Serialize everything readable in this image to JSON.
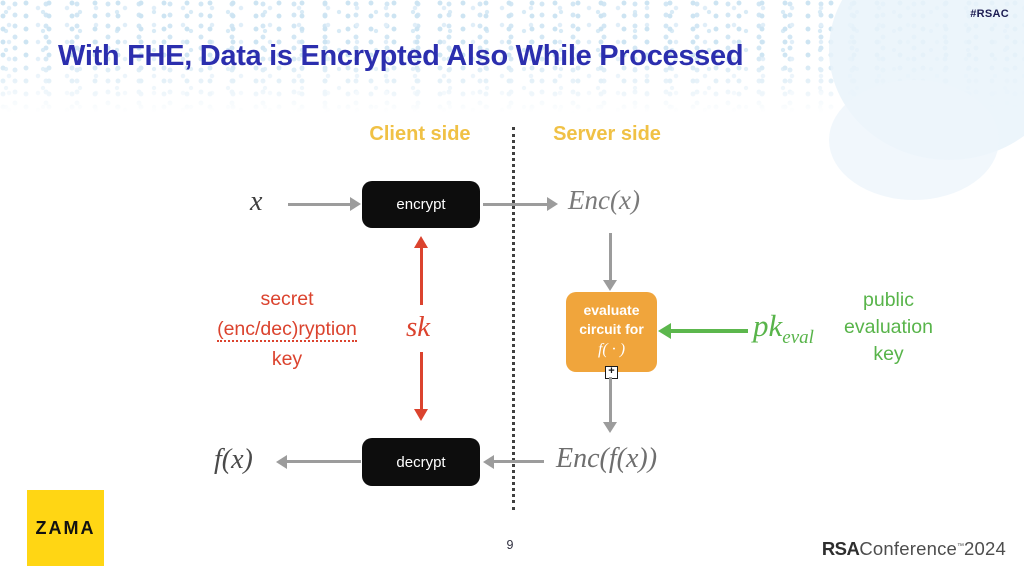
{
  "slide": {
    "hashtag": "#RSAC",
    "title": "With FHE, Data is Encrypted Also While Processed",
    "page_number": "9"
  },
  "diagram": {
    "client_label": "Client side",
    "server_label": "Server side",
    "nodes": {
      "input": "x",
      "encrypt": "encrypt",
      "enc_x": "Enc(x)",
      "evaluate_line1": "evaluate",
      "evaluate_line2": "circuit for",
      "evaluate_fn": "f( · )",
      "decrypt": "decrypt",
      "enc_fx": "Enc(f(x))",
      "output": "f(x)"
    },
    "keys": {
      "sk": "sk",
      "secret_line1": "secret",
      "secret_line2": "(enc/dec)ryption",
      "secret_line3": "key",
      "pk": "pk",
      "pk_sub": "eval",
      "public_line1": "public",
      "public_line2": "evaluation",
      "public_line3": "key"
    },
    "icons": {
      "expand_plus": "+"
    }
  },
  "footer": {
    "logo_text": "ZAMA",
    "brand_bold": "RSA",
    "brand_light": "Conference",
    "brand_tm": "™",
    "brand_year": "2024"
  },
  "colors": {
    "title_blue": "#2b2eae",
    "side_label_gold": "#f0c145",
    "eval_orange": "#f0a53c",
    "key_red": "#db432e",
    "key_green": "#5cb74d",
    "arrow_gray": "#9c9c9c",
    "zama_yellow": "#ffd614"
  }
}
